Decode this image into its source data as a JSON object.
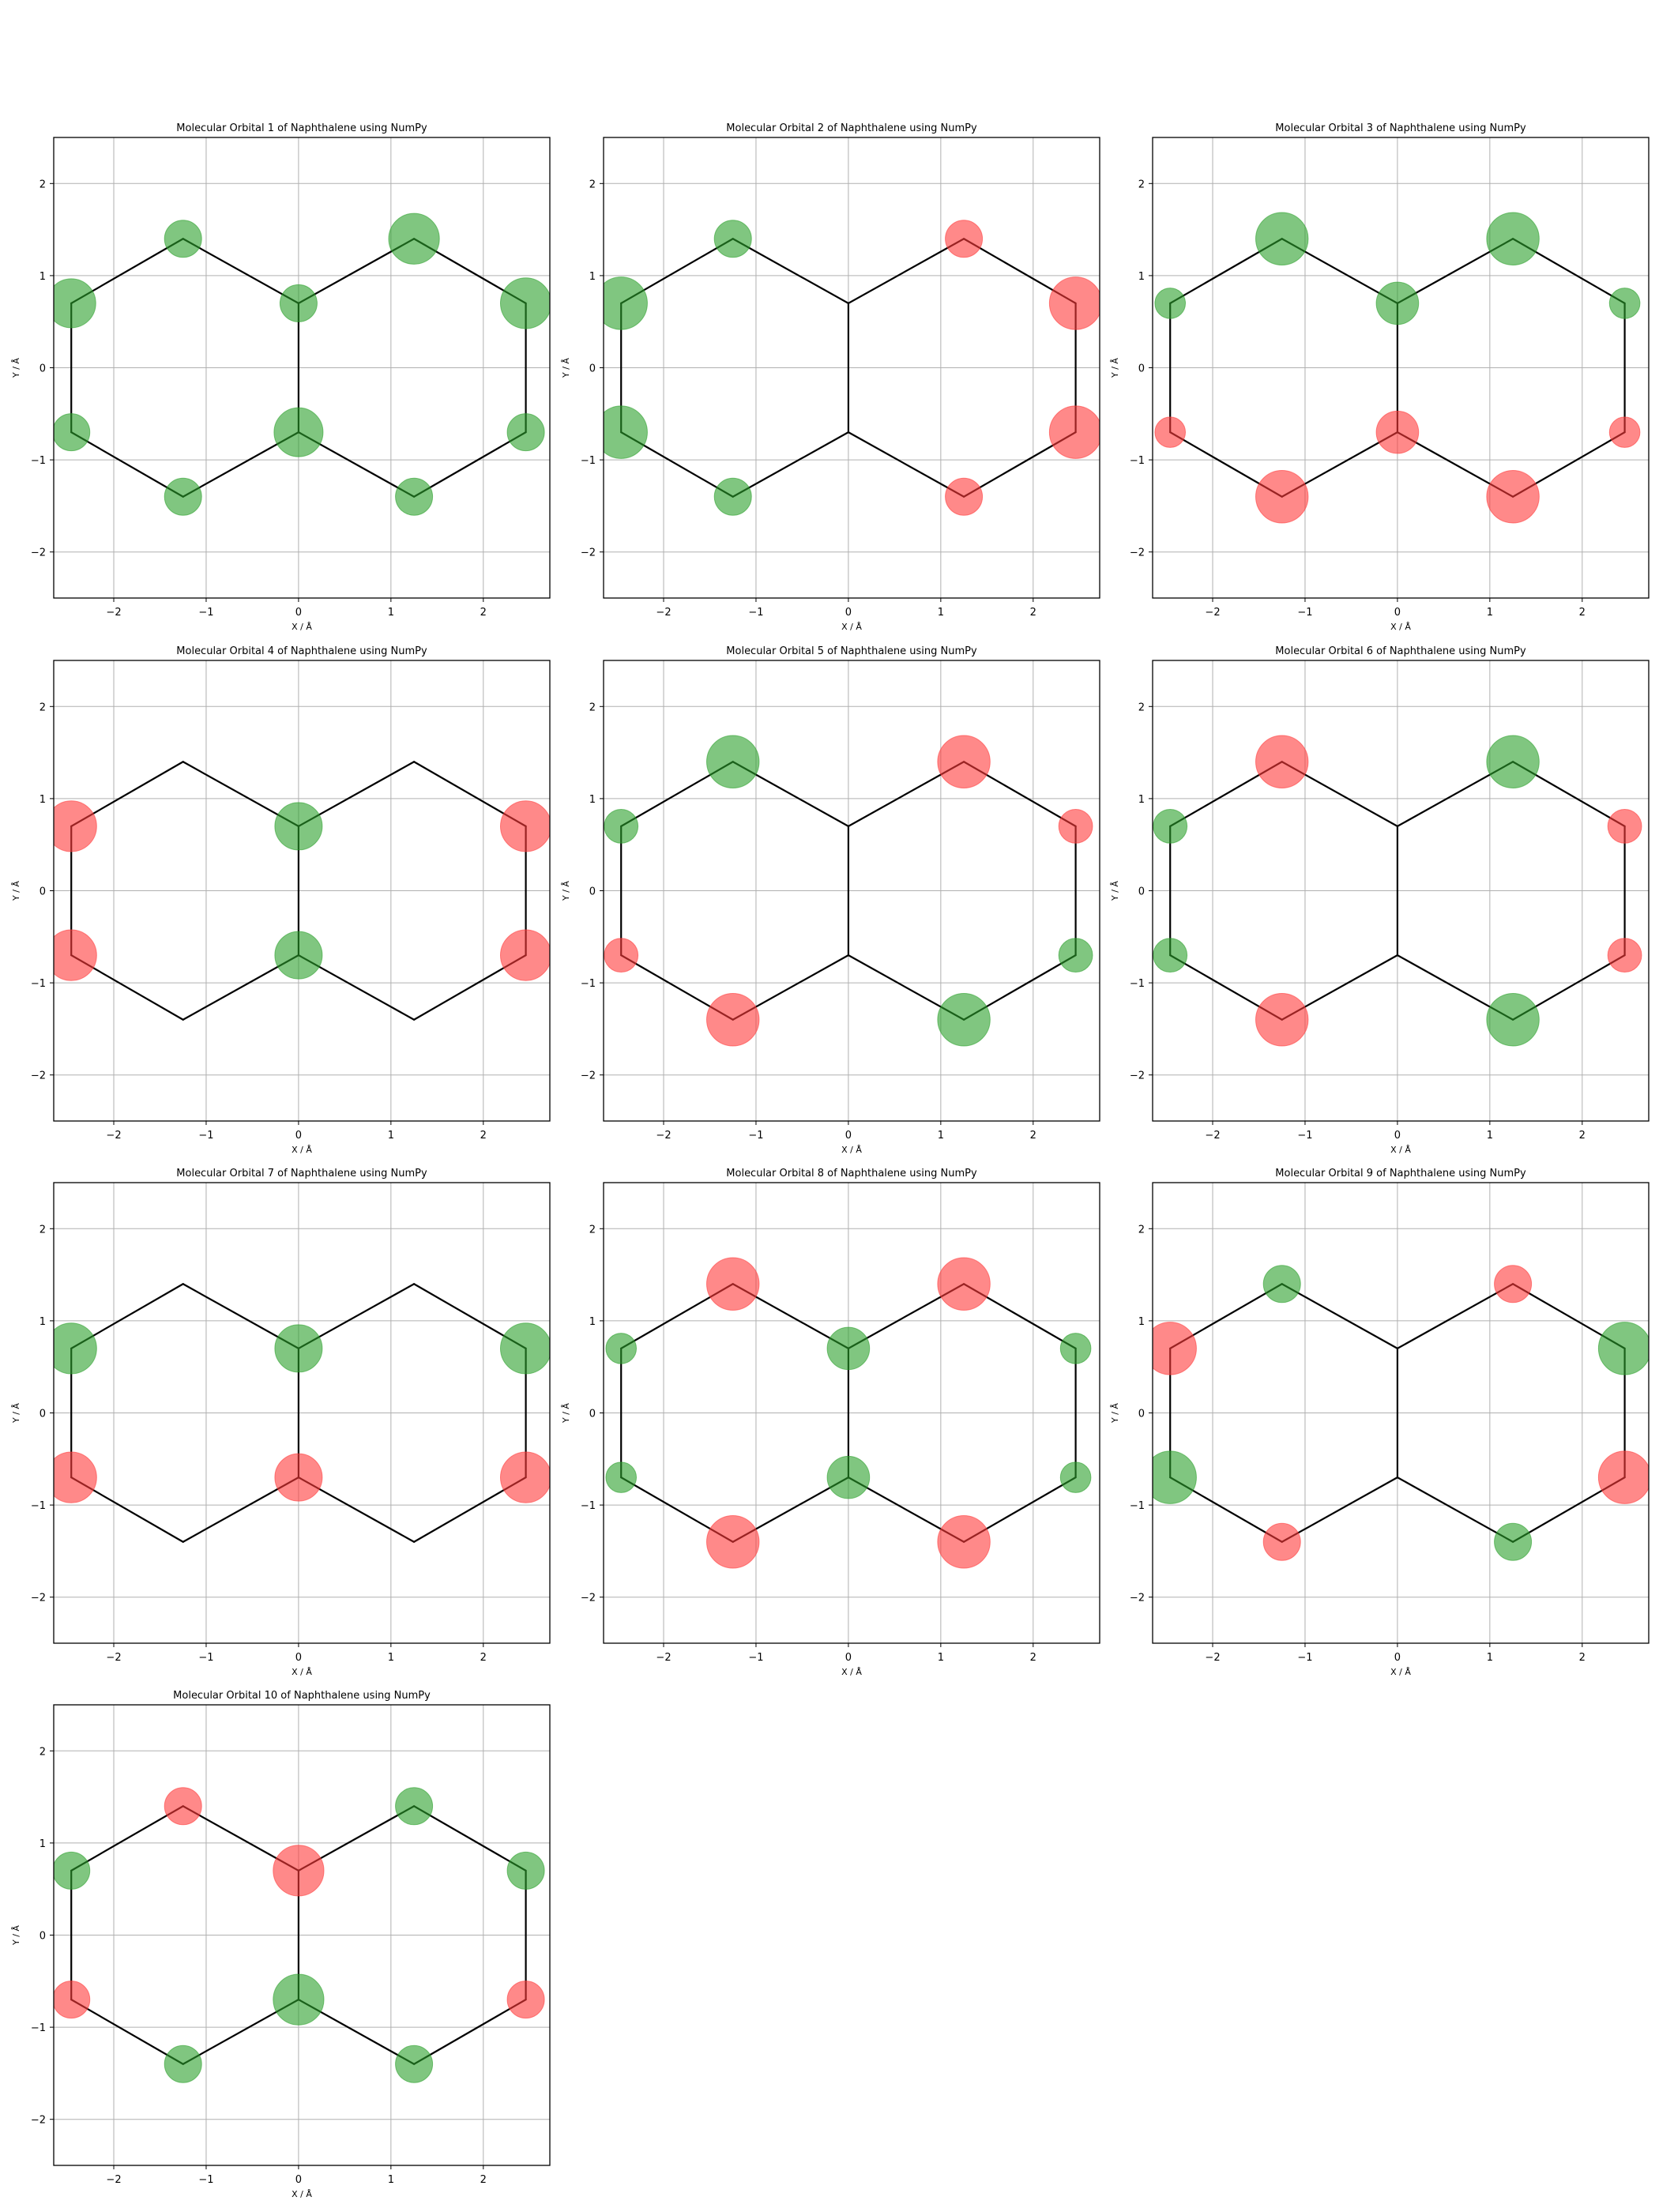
{
  "figure": {
    "xlabel": "X / Å",
    "ylabel": "Y / Å",
    "xlim": [
      -2.65,
      2.72
    ],
    "ylim": [
      -2.5,
      2.5
    ],
    "xticks": [
      -2,
      -1,
      0,
      1,
      2
    ],
    "yticks": [
      -2,
      -1,
      0,
      1,
      2
    ],
    "grid": true,
    "positive_color": "#2ca02c",
    "negative_color": "#ff3b3b",
    "edge_color": "#000000"
  },
  "chart_data": [
    {
      "type": "scatter",
      "title": "Molecular Orbital 1 of Naphthalene using NumPy",
      "coefficients": [
        0.22,
        0.29,
        0.22,
        0.22,
        0.29,
        0.22,
        0.3,
        0.3,
        0.22,
        0.22
      ]
    },
    {
      "type": "scatter",
      "title": "Molecular Orbital 2 of Naphthalene using NumPy",
      "coefficients": [
        0.22,
        0.31,
        0.31,
        0.22,
        0.0,
        0.0,
        -0.22,
        -0.31,
        -0.31,
        -0.22
      ]
    },
    {
      "type": "scatter",
      "title": "Molecular Orbital 3 of Naphthalene using NumPy",
      "coefficients": [
        0.31,
        0.18,
        -0.18,
        -0.31,
        -0.25,
        0.25,
        0.31,
        0.18,
        -0.18,
        -0.31
      ]
    },
    {
      "type": "scatter",
      "title": "Molecular Orbital 4 of Naphthalene using NumPy",
      "coefficients": [
        0.0,
        -0.3,
        -0.3,
        0.0,
        0.28,
        0.28,
        0.0,
        -0.3,
        -0.3,
        0.0
      ]
    },
    {
      "type": "scatter",
      "title": "Molecular Orbital 5 of Naphthalene using NumPy",
      "coefficients": [
        0.31,
        0.2,
        -0.2,
        -0.31,
        0.0,
        0.0,
        -0.31,
        -0.2,
        0.2,
        0.31
      ]
    },
    {
      "type": "scatter",
      "title": "Molecular Orbital 6 of Naphthalene using NumPy",
      "coefficients": [
        -0.31,
        0.2,
        0.2,
        -0.31,
        0.0,
        0.0,
        0.31,
        -0.2,
        -0.2,
        0.31
      ]
    },
    {
      "type": "scatter",
      "title": "Molecular Orbital 7 of Naphthalene using NumPy",
      "coefficients": [
        0.0,
        0.3,
        -0.3,
        0.0,
        -0.28,
        0.28,
        0.0,
        0.3,
        -0.3,
        0.0
      ]
    },
    {
      "type": "scatter",
      "title": "Molecular Orbital 8 of Naphthalene using NumPy",
      "coefficients": [
        -0.31,
        0.18,
        0.18,
        -0.31,
        0.25,
        0.25,
        -0.31,
        0.18,
        0.18,
        -0.31
      ]
    },
    {
      "type": "scatter",
      "title": "Molecular Orbital 9 of Naphthalene using NumPy",
      "coefficients": [
        0.22,
        -0.31,
        0.31,
        -0.22,
        0.0,
        0.0,
        -0.22,
        0.31,
        -0.31,
        0.22
      ]
    },
    {
      "type": "scatter",
      "title": "Molecular Orbital 10 of Naphthalene using NumPy",
      "coefficients": [
        -0.22,
        0.22,
        -0.22,
        0.22,
        0.3,
        -0.3,
        0.22,
        0.22,
        -0.22,
        0.22
      ]
    }
  ]
}
